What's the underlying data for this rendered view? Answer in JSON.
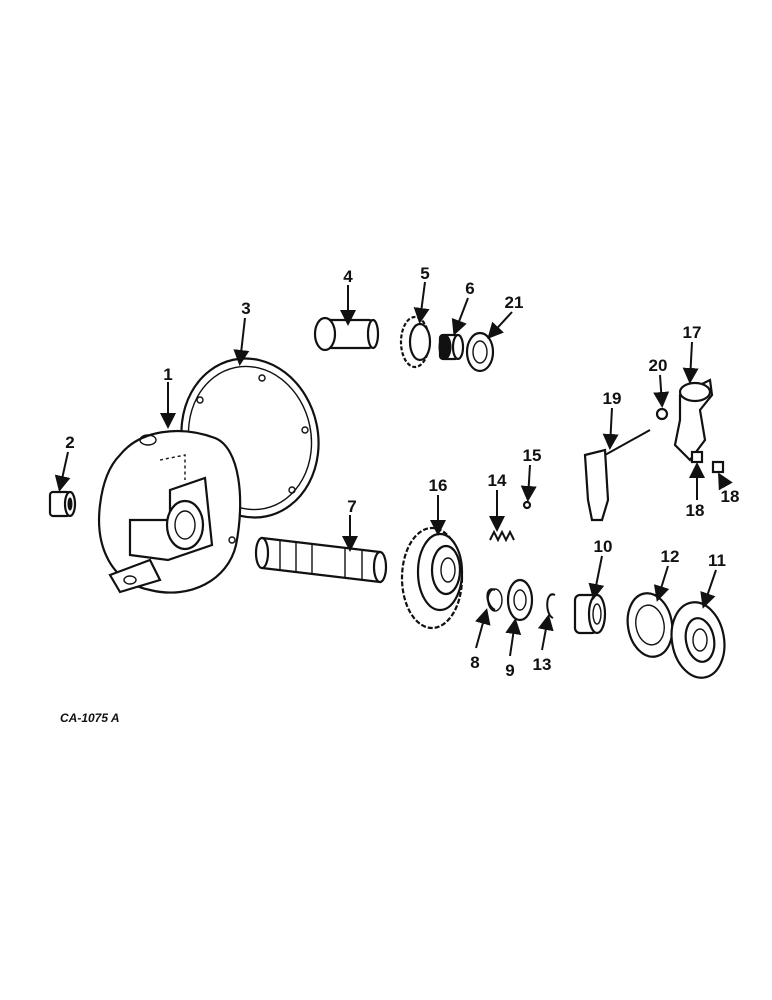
{
  "diagram": {
    "code": "CA-1075 A",
    "callouts": [
      {
        "id": "c1",
        "label": "1"
      },
      {
        "id": "c2",
        "label": "2"
      },
      {
        "id": "c3",
        "label": "3"
      },
      {
        "id": "c4",
        "label": "4"
      },
      {
        "id": "c5",
        "label": "5"
      },
      {
        "id": "c6",
        "label": "6"
      },
      {
        "id": "c7",
        "label": "7"
      },
      {
        "id": "c8",
        "label": "8"
      },
      {
        "id": "c9",
        "label": "9"
      },
      {
        "id": "c10",
        "label": "10"
      },
      {
        "id": "c11",
        "label": "11"
      },
      {
        "id": "c12",
        "label": "12"
      },
      {
        "id": "c13",
        "label": "13"
      },
      {
        "id": "c14",
        "label": "14"
      },
      {
        "id": "c15",
        "label": "15"
      },
      {
        "id": "c16",
        "label": "16"
      },
      {
        "id": "c17",
        "label": "17"
      },
      {
        "id": "c18a",
        "label": "18"
      },
      {
        "id": "c18b",
        "label": "18"
      },
      {
        "id": "c19",
        "label": "19"
      },
      {
        "id": "c20",
        "label": "20"
      },
      {
        "id": "c21",
        "label": "21"
      }
    ]
  }
}
